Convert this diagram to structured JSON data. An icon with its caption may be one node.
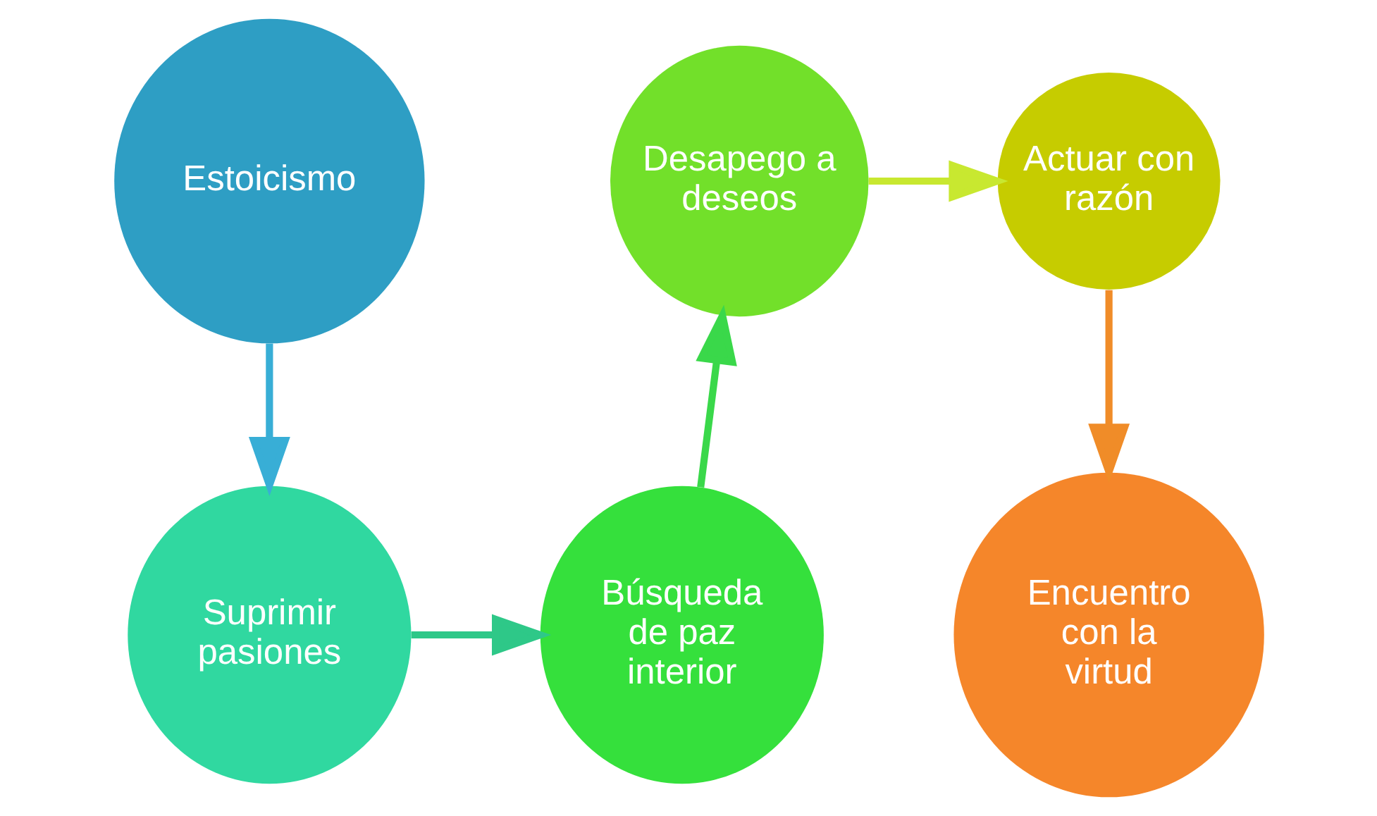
{
  "diagram": {
    "nodes": [
      {
        "text": [
          "Estoicismo"
        ]
      },
      {
        "text": [
          "Suprimir pasiones"
        ]
      },
      {
        "text": [
          "Búsqueda de paz interior"
        ]
      },
      {
        "text": [
          "Desapego a deseos"
        ]
      },
      {
        "text": [
          "Actuar con razón"
        ]
      },
      {
        "text": [
          "Encuentro con la virtud"
        ]
      }
    ],
    "edges": [
      {
        "from": 0,
        "to": 1,
        "arrow": "to",
        "color": "#38aed6"
      },
      {
        "from": 1,
        "to": 2,
        "arrow": "to",
        "color": "#2ec888"
      },
      {
        "from": 2,
        "to": 3,
        "arrow": "to",
        "color": "#3ad84a"
      },
      {
        "from": 3,
        "to": 4,
        "arrow": "to",
        "color": "#c8e830"
      },
      {
        "from": 4,
        "to": 5,
        "arrow": "to",
        "color": "#f08c28"
      }
    ]
  }
}
